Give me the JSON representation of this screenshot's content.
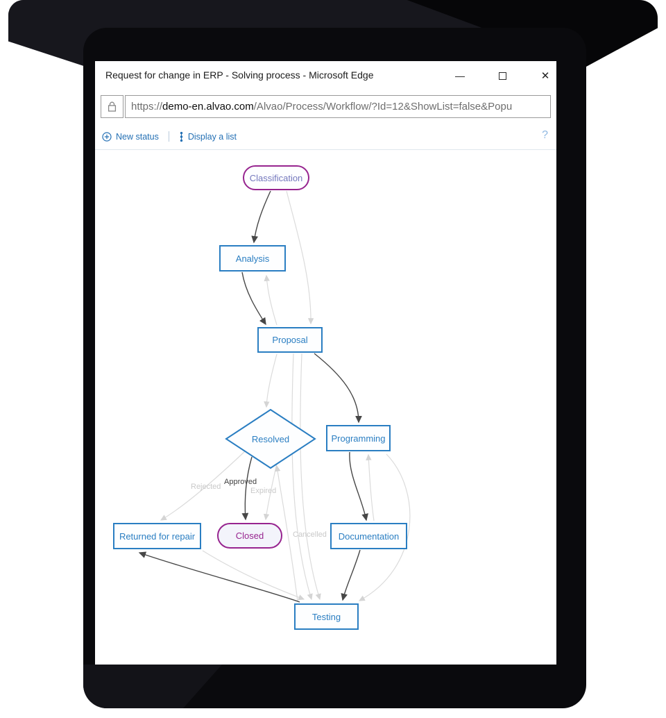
{
  "device": {
    "frame_color": "#0a0a0d",
    "sheen_color": "#17171d"
  },
  "window": {
    "title": "Request for change in ERP - Solving process - Microsoft Edge",
    "controls": {
      "minimize_glyph": "—",
      "close_glyph": "✕"
    },
    "address_bar": {
      "lock_icon": "padlock-icon",
      "url_scheme": "https://",
      "url_domain": "demo-en.alvao.com",
      "url_path": "/Alvao/Process/Workflow/?Id=12&ShowList=false&Popu"
    },
    "toolbar": {
      "new_status_label": "New status",
      "display_list_label": "Display a list",
      "help_label": "?"
    }
  },
  "diagram": {
    "nodes": [
      {
        "id": "classification",
        "label": "Classification",
        "shape": "stadium",
        "role": "initial-status"
      },
      {
        "id": "analysis",
        "label": "Analysis",
        "shape": "rect"
      },
      {
        "id": "proposal",
        "label": "Proposal",
        "shape": "rect"
      },
      {
        "id": "resolved",
        "label": "Resolved",
        "shape": "diamond"
      },
      {
        "id": "programming",
        "label": "Programming",
        "shape": "rect"
      },
      {
        "id": "returned",
        "label": "Returned for repair",
        "shape": "rect"
      },
      {
        "id": "closed",
        "label": "Closed",
        "shape": "stadium",
        "role": "final-status"
      },
      {
        "id": "documentation",
        "label": "Documentation",
        "shape": "rect"
      },
      {
        "id": "testing",
        "label": "Testing",
        "shape": "rect"
      }
    ],
    "edge_labels": [
      {
        "id": "rejected",
        "label": "Rejected",
        "emphasis": "light"
      },
      {
        "id": "approved",
        "label": "Approved",
        "emphasis": "dark"
      },
      {
        "id": "expired",
        "label": "Expired",
        "emphasis": "light"
      },
      {
        "id": "cancelled",
        "label": "Cancelled",
        "emphasis": "light"
      }
    ],
    "colors": {
      "node_blue": "#2a7ec2",
      "node_purple": "#97248f",
      "toolbar_blue": "#2470b4",
      "edge_dark": "#474747",
      "edge_light": "#dbdbdb",
      "edge_label_light": "#c9c9c9"
    }
  }
}
